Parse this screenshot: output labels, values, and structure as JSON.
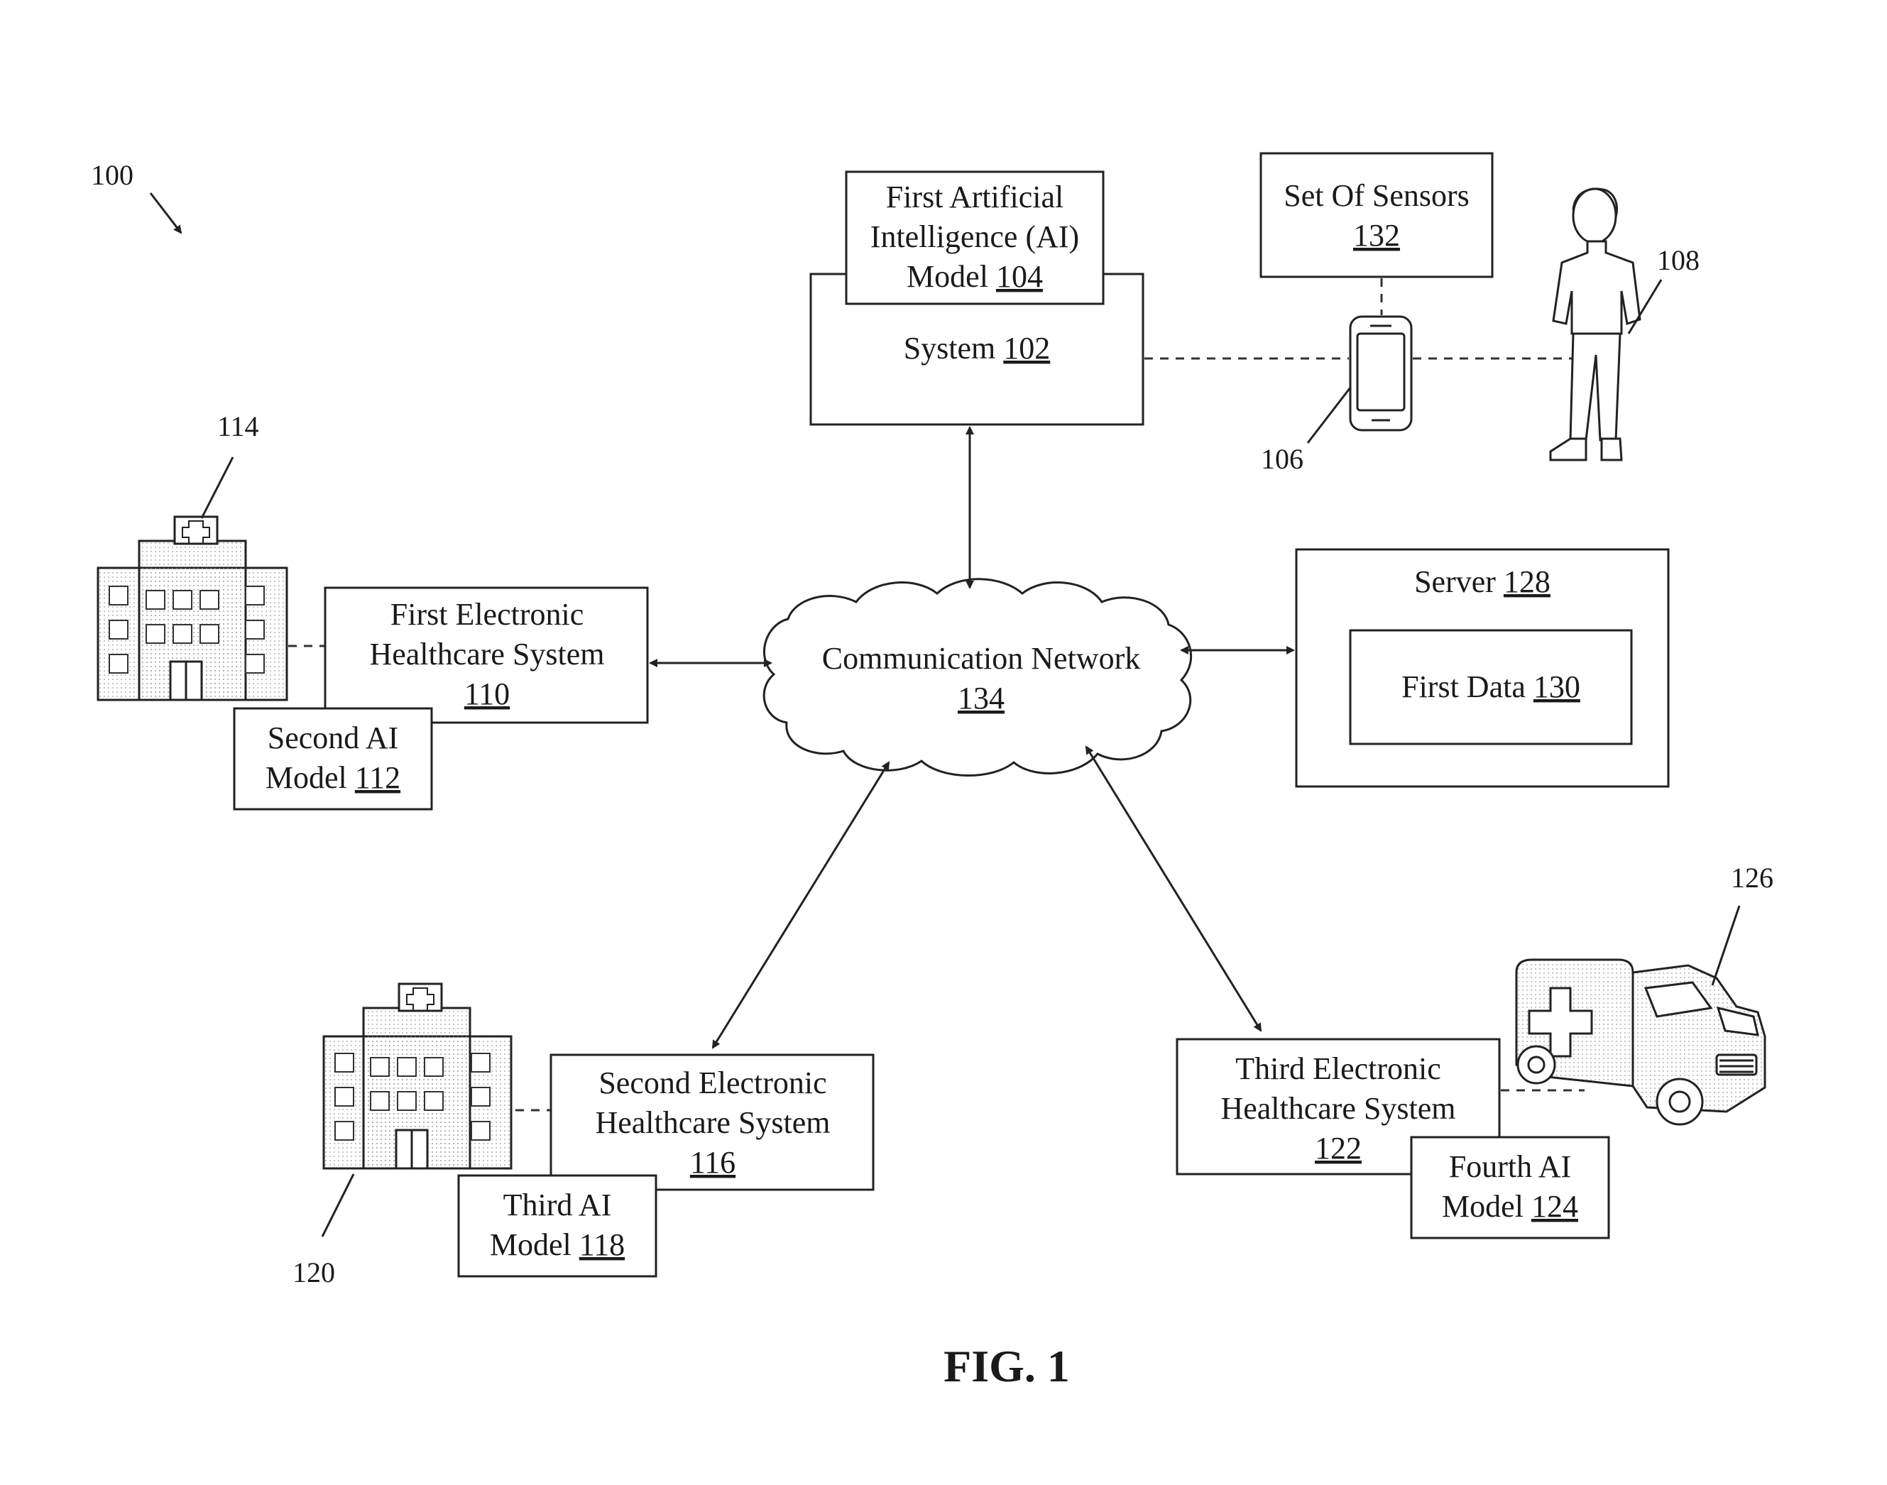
{
  "diagram": {
    "ref_100": "100",
    "system_box": {
      "label": "System ",
      "ref": "102"
    },
    "ai_model_1": {
      "line1": "First Artificial",
      "line2": "Intelligence (AI)",
      "line3": "Model ",
      "ref": "104"
    },
    "sensors": {
      "line1": "Set Of Sensors",
      "ref": "132"
    },
    "phone_ref": "106",
    "person_ref": "108",
    "hospital_1_ref": "114",
    "ehs_1": {
      "line1": "First Electronic",
      "line2": "Healthcare System",
      "ref": "110"
    },
    "ai_model_2": {
      "line1": "Second AI",
      "line2": "Model ",
      "ref": "112"
    },
    "network": {
      "line1": "Communication Network",
      "ref": "134"
    },
    "server": {
      "label": "Server ",
      "ref": "128"
    },
    "first_data": {
      "label": "First Data ",
      "ref": "130"
    },
    "ehs_2": {
      "line1": "Second Electronic",
      "line2": "Healthcare System",
      "ref": "116"
    },
    "ai_model_3": {
      "line1": "Third AI",
      "line2": "Model ",
      "ref": "118"
    },
    "hospital_2_ref": "120",
    "ehs_3": {
      "line1": "Third Electronic",
      "line2": "Healthcare System",
      "ref": "122"
    },
    "ai_model_4": {
      "line1": "Fourth AI",
      "line2": "Model ",
      "ref": "124"
    },
    "ambulance_ref": "126",
    "figure_label": "FIG. 1"
  }
}
